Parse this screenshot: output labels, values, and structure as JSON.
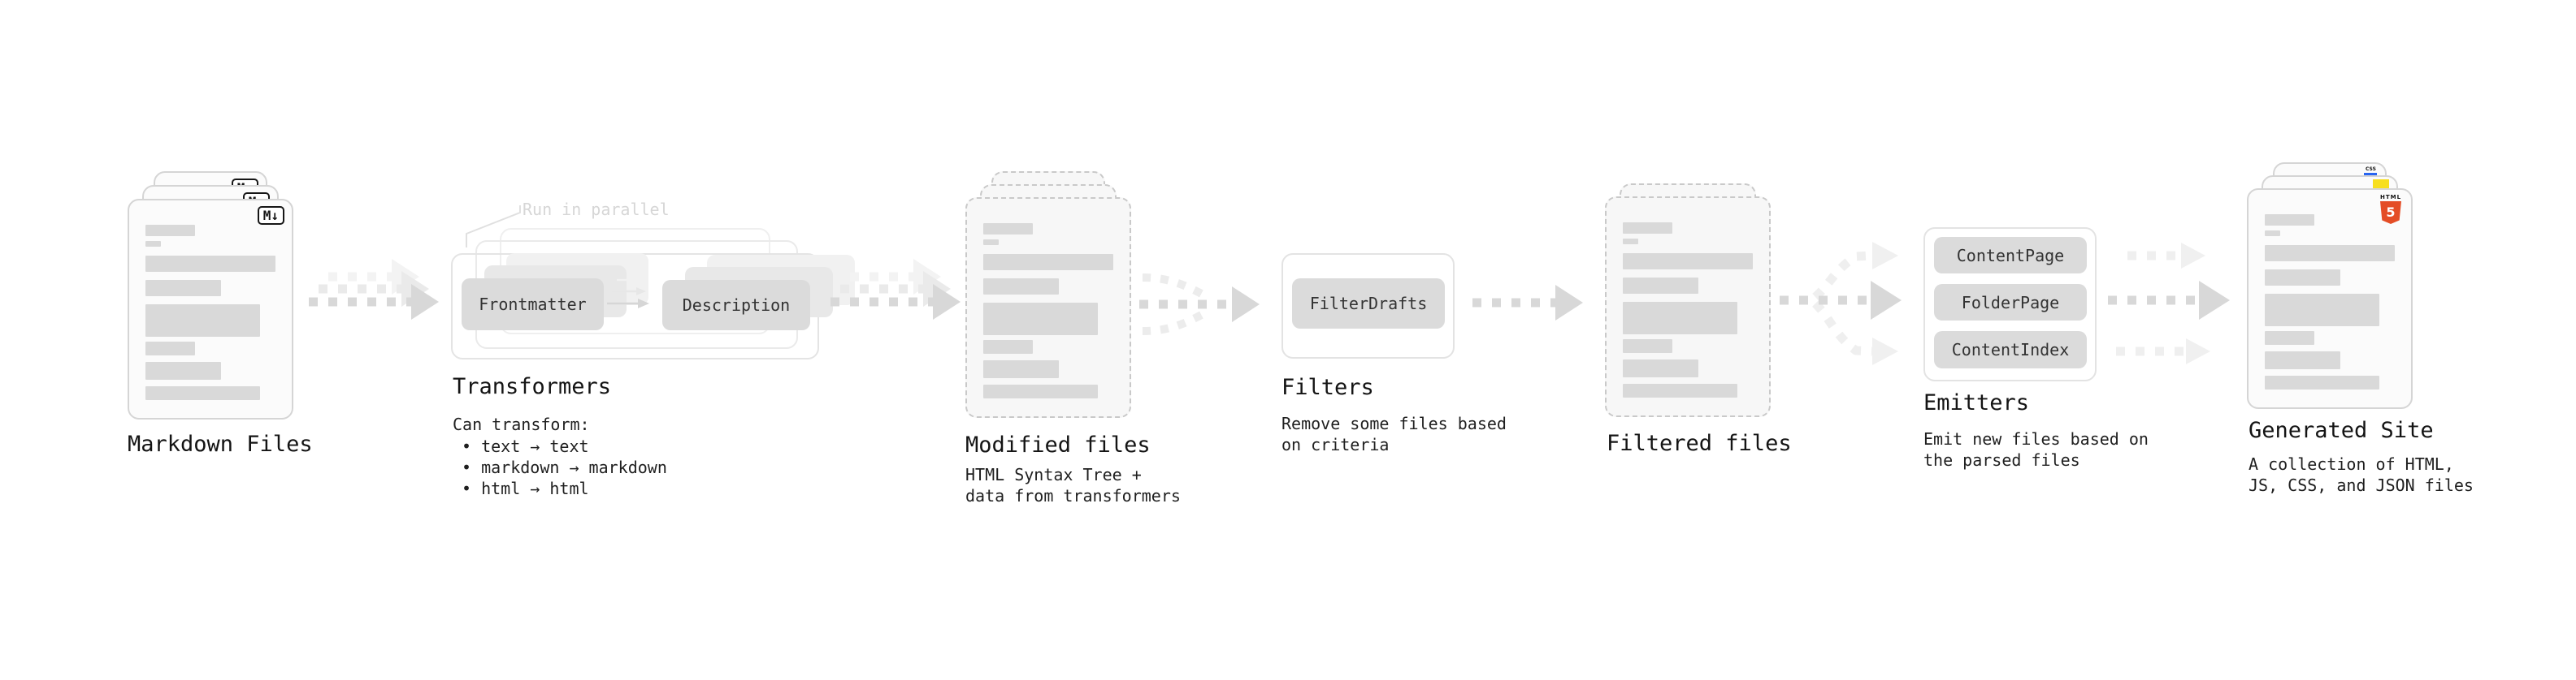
{
  "stages": {
    "markdown_files": {
      "title": "Markdown Files"
    },
    "transformers": {
      "title": "Transformers",
      "annotation": "Run in parallel",
      "box_left": "Frontmatter",
      "box_right": "Description",
      "desc_heading": "Can transform:",
      "bullets": [
        "• text → text",
        "• markdown → markdown",
        "• html → html"
      ]
    },
    "modified_files": {
      "title": "Modified files",
      "desc_line1": "HTML Syntax Tree +",
      "desc_line2": "data from transformers"
    },
    "filters": {
      "title": "Filters",
      "box": "FilterDrafts",
      "desc_line1": "Remove some files based",
      "desc_line2": "on criteria"
    },
    "filtered_files": {
      "title": "Filtered files"
    },
    "emitters": {
      "title": "Emitters",
      "boxes": [
        "ContentPage",
        "FolderPage",
        "ContentIndex"
      ],
      "desc_line1": "Emit new files based on",
      "desc_line2": "the parsed files"
    },
    "generated_site": {
      "title": "Generated Site",
      "desc_line1": "A collection of HTML,",
      "desc_line2": "JS, CSS, and JSON files"
    }
  },
  "icons": {
    "markdown_badge": "M↓",
    "html5_badge": {
      "label": "HTML",
      "number": "5"
    },
    "css_badge": "CSS"
  },
  "colors": {
    "html5_orange": "#e44d26",
    "js_yellow": "#f7df1e",
    "css_blue": "#2965f1",
    "skeleton_gray": "#d9d9d9",
    "arrow_gray": "#d8d8d8"
  }
}
